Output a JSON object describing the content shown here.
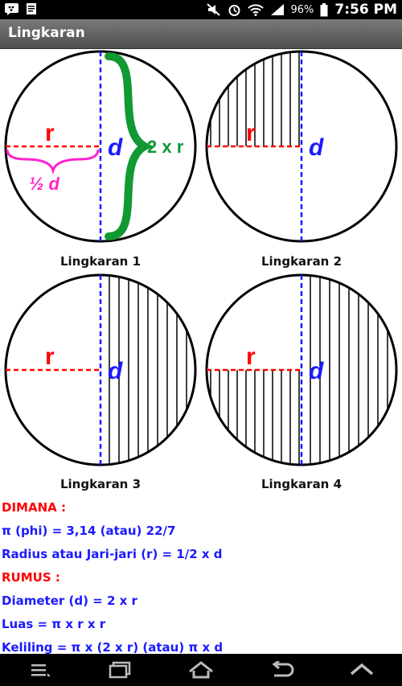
{
  "status_bar": {
    "battery": "96%",
    "time": "7:56 PM",
    "icons": [
      "bbm-icon",
      "file-icon",
      "mute-icon",
      "alarm-icon",
      "wifi-icon",
      "signal-icon",
      "battery-icon"
    ]
  },
  "app": {
    "title": "Lingkaran"
  },
  "diagram": {
    "labels": {
      "r": "r",
      "d": "d",
      "half_d": "½ d",
      "two_r": "2 x r"
    },
    "captions": [
      "Lingkaran 1",
      "Lingkaran 2",
      "Lingkaran 3",
      "Lingkaran 4"
    ],
    "colors": {
      "red": "#ff0000",
      "blue": "#1a1aff",
      "green": "#119933",
      "magenta": "#ff22cc"
    }
  },
  "info": {
    "dimana_header": "DIMANA :",
    "pi_def": "π (phi) = 3,14 (atau) 22/7",
    "radius_def": "Radius atau Jari-jari (r) = 1/2 x d",
    "rumus_header": "RUMUS :",
    "diameter": "Diameter (d) = 2 x r",
    "luas": "Luas = π x r x r",
    "keliling": "Keliling = π x (2 x r) (atau) π x d"
  },
  "nav": {
    "icons": [
      "menu-icon",
      "recent-apps-icon",
      "home-icon",
      "back-icon",
      "up-icon"
    ]
  }
}
